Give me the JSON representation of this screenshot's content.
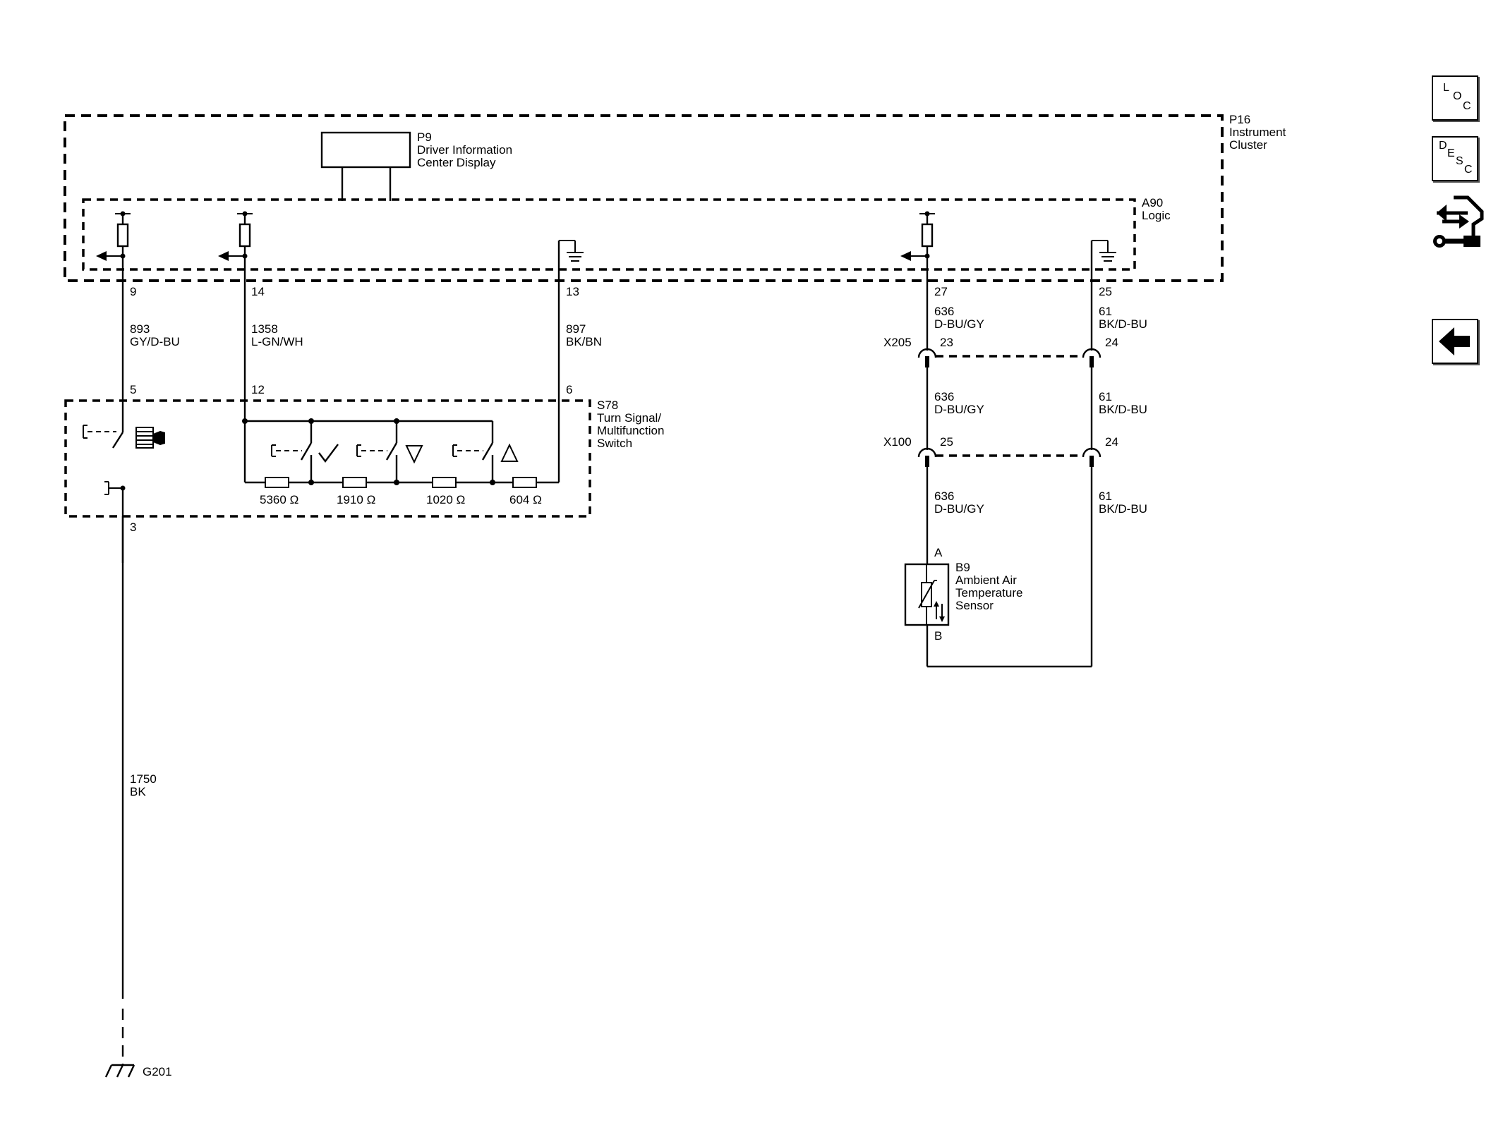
{
  "components": {
    "p16": {
      "id": "P16",
      "name": "Instrument\nCluster"
    },
    "p9": {
      "id": "P9",
      "name": "Driver Information\nCenter Display"
    },
    "a90": {
      "id": "A90",
      "name": "Logic"
    },
    "s78": {
      "id": "S78",
      "name": "Turn Signal/\nMultifunction\nSwitch"
    },
    "b9": {
      "id": "B9",
      "name": "Ambient Air\nTemperature\nSensor"
    },
    "g201": {
      "id": "G201"
    }
  },
  "pins": {
    "p16_9": "9",
    "p16_14": "14",
    "p16_13": "13",
    "p16_27": "27",
    "p16_25": "25",
    "s78_5": "5",
    "s78_12": "12",
    "s78_6": "6",
    "s78_3": "3",
    "x205_23": "23",
    "x205_24": "24",
    "x100_25": "25",
    "x100_24": "24",
    "b9_a": "A",
    "b9_b": "B"
  },
  "connectors": {
    "x205": "X205",
    "x100": "X100"
  },
  "wires": {
    "w893": {
      "circuit": "893",
      "color": "GY/D-BU"
    },
    "w1358": {
      "circuit": "1358",
      "color": "L-GN/WH"
    },
    "w897": {
      "circuit": "897",
      "color": "BK/BN"
    },
    "w1750": {
      "circuit": "1750",
      "color": "BK"
    },
    "w636a": {
      "circuit": "636",
      "color": "D-BU/GY"
    },
    "w636b": {
      "circuit": "636",
      "color": "D-BU/GY"
    },
    "w636c": {
      "circuit": "636",
      "color": "D-BU/GY"
    },
    "w61a": {
      "circuit": "61",
      "color": "BK/D-BU"
    },
    "w61b": {
      "circuit": "61",
      "color": "BK/D-BU"
    },
    "w61c": {
      "circuit": "61",
      "color": "BK/D-BU"
    }
  },
  "resistors": {
    "r1": {
      "value": "5360",
      "unit": "Ω"
    },
    "r2": {
      "value": "1910",
      "unit": "Ω"
    },
    "r3": {
      "value": "1020",
      "unit": "Ω"
    },
    "r4": {
      "value": "604",
      "unit": "Ω"
    }
  },
  "nav": {
    "loc": {
      "l1": "L",
      "l2": "O",
      "l3": "C"
    },
    "desc": {
      "l1": "D",
      "l2": "E",
      "l3": "S",
      "l4": "C"
    },
    "icons": {
      "connector": "connector-wrench-icon",
      "back": "back-arrow-icon"
    }
  }
}
